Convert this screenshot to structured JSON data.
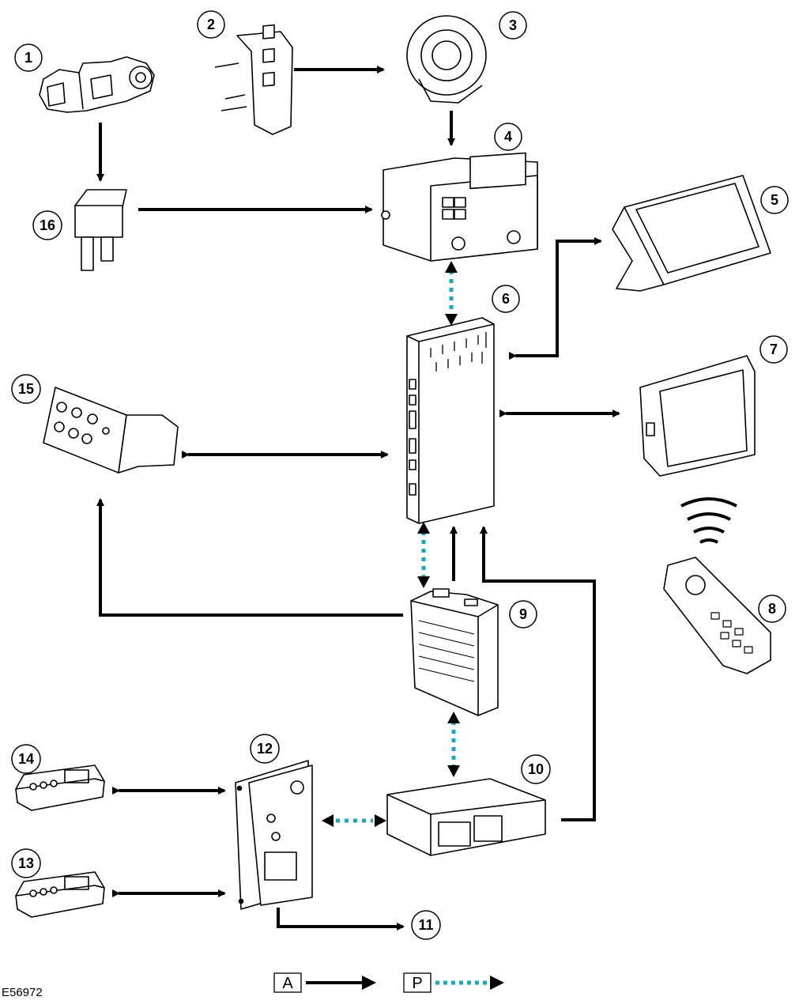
{
  "figure_id": "E56972",
  "legend": [
    {
      "key": "A",
      "style": "solid-black-arrow"
    },
    {
      "key": "P",
      "style": "dotted-cyan-arrow"
    }
  ],
  "colors": {
    "solid": "#000000",
    "dotted": "#1aa7c0"
  },
  "components": [
    {
      "id": "1",
      "shape": "ignition-switch"
    },
    {
      "id": "2",
      "shape": "steering-wheel-switch-pack"
    },
    {
      "id": "3",
      "shape": "clockspring"
    },
    {
      "id": "4",
      "shape": "audio-control-head"
    },
    {
      "id": "5",
      "shape": "touch-screen-display-front"
    },
    {
      "id": "6",
      "shape": "audio-amplifier-module"
    },
    {
      "id": "7",
      "shape": "rear-display-screen"
    },
    {
      "id": "8",
      "shape": "remote-control-handset"
    },
    {
      "id": "9",
      "shape": "integrated-audio-module"
    },
    {
      "id": "10",
      "shape": "cd-autochanger"
    },
    {
      "id": "11",
      "shape": "reference-output"
    },
    {
      "id": "12",
      "shape": "rear-seat-audio-module"
    },
    {
      "id": "13",
      "shape": "rear-headphone-control-right"
    },
    {
      "id": "14",
      "shape": "rear-headphone-control-left"
    },
    {
      "id": "15",
      "shape": "rear-audio-input-panel"
    },
    {
      "id": "16",
      "shape": "fuse"
    }
  ],
  "connections": [
    {
      "from": "1",
      "to": "16",
      "type": "A"
    },
    {
      "from": "2",
      "to": "3",
      "type": "A"
    },
    {
      "from": "3",
      "to": "4",
      "type": "A"
    },
    {
      "from": "16",
      "to": "4",
      "type": "A"
    },
    {
      "from": "4",
      "to": "6",
      "type": "P",
      "bidirectional": true
    },
    {
      "from": "6",
      "to": "5",
      "type": "A",
      "bidirectional": true
    },
    {
      "from": "6",
      "to": "7",
      "type": "A",
      "bidirectional": true
    },
    {
      "from": "15",
      "to": "6",
      "type": "A",
      "bidirectional": true
    },
    {
      "from": "9",
      "to": "6",
      "type": "P",
      "bidirectional": true
    },
    {
      "from": "9",
      "to": "6",
      "type": "A"
    },
    {
      "from": "10",
      "to": "6",
      "type": "A"
    },
    {
      "from": "9",
      "to": "15",
      "type": "A"
    },
    {
      "from": "9",
      "to": "10",
      "type": "P",
      "bidirectional": true
    },
    {
      "from": "12",
      "to": "10",
      "type": "P",
      "bidirectional": true
    },
    {
      "from": "14",
      "to": "12",
      "type": "A",
      "bidirectional": true
    },
    {
      "from": "13",
      "to": "12",
      "type": "A",
      "bidirectional": true
    },
    {
      "from": "12",
      "to": "11",
      "type": "A"
    },
    {
      "from": "8",
      "to": "7",
      "type": "wireless"
    }
  ]
}
